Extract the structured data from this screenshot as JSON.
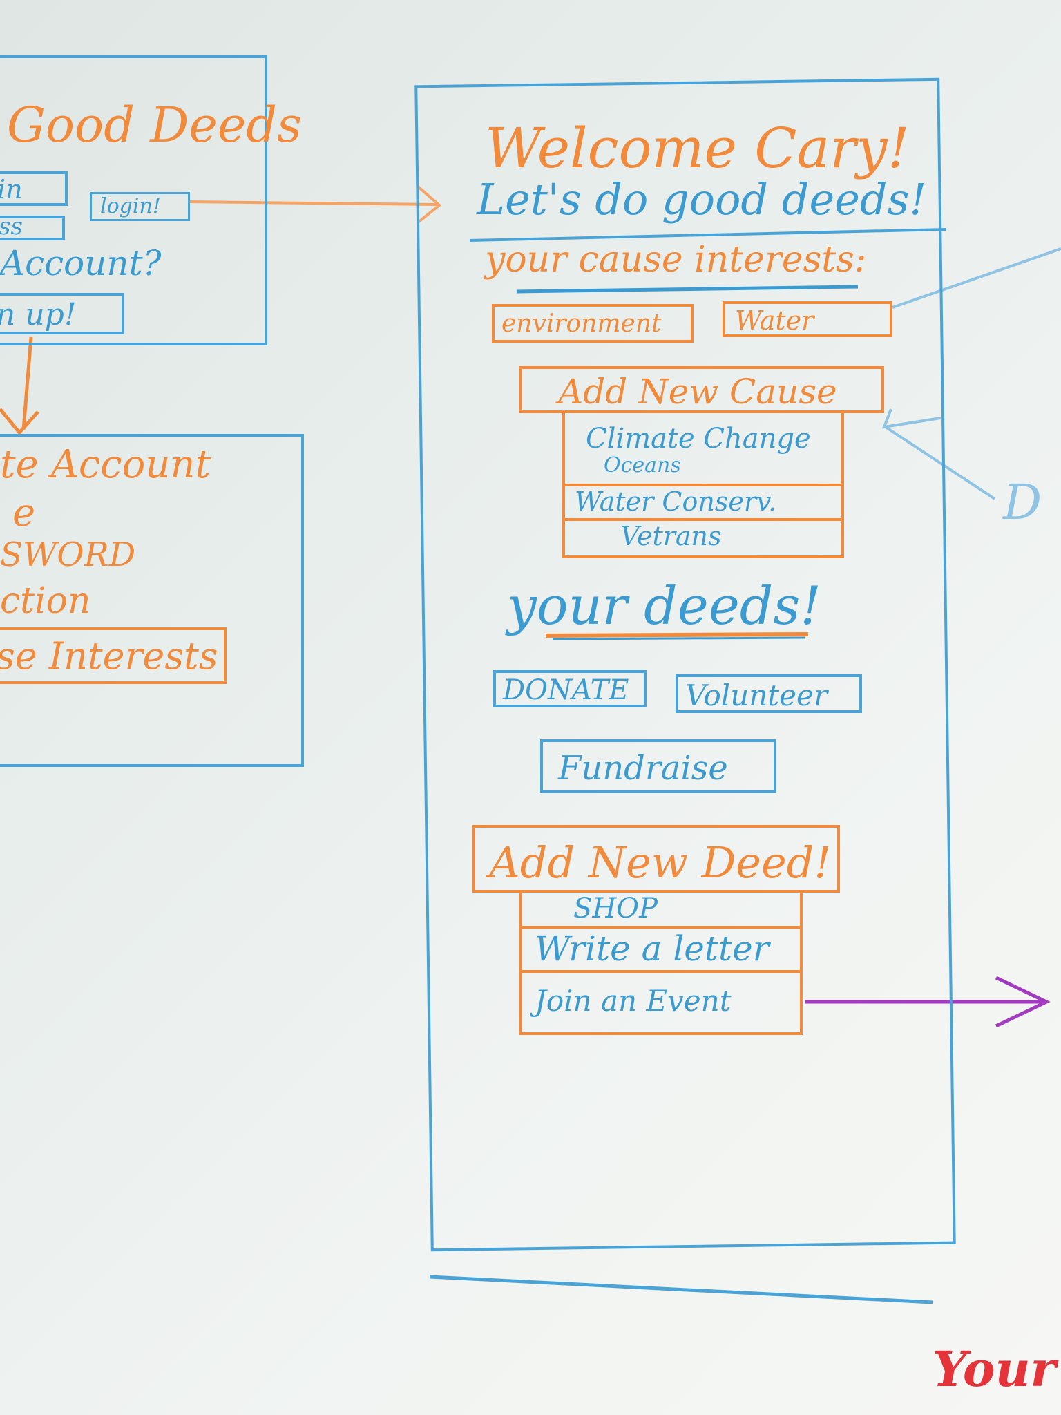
{
  "login_screen": {
    "title": "Good Deeds",
    "field_1": "in",
    "field_2": "ss",
    "login_button": "login!",
    "account_prompt": "Account?",
    "signup": "n up!"
  },
  "create_account_screen": {
    "title": "te Account",
    "line_1": "e",
    "line_2": "SWORD",
    "line_3": "ction",
    "interests_button": "se Interests"
  },
  "home_screen": {
    "greeting": "Welcome Cary!",
    "subtitle": "Let's do good deeds!",
    "interests_heading": "your cause interests:",
    "interests": [
      "environment",
      "Water"
    ],
    "add_cause_button": "Add New Cause",
    "cause_options": [
      "Climate Change",
      "Oceans",
      "Water Conserv.",
      "Vetrans"
    ],
    "deeds_heading": "your deeds!",
    "deed_buttons": [
      "DONATE",
      "Volunteer",
      "Fundraise"
    ],
    "add_deed_button": "Add New Deed!",
    "deed_options": [
      "SHOP",
      "Write a letter",
      "Join an Event"
    ]
  },
  "margin_notes": {
    "right_note": "D",
    "bottom_note": "Your"
  },
  "colors": {
    "orange_marker": "#f28a3c",
    "blue_marker": "#3b9bd0",
    "purple_marker": "#a23bbf",
    "red_marker": "#e5333a",
    "board": "#eef2f0"
  }
}
